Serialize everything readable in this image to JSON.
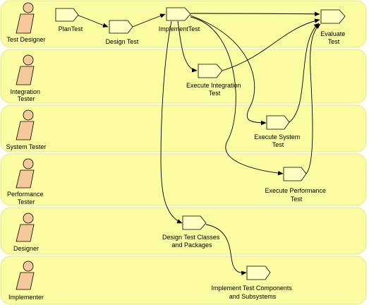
{
  "diagram": {
    "colors": {
      "lane": "#fbfba2",
      "actor": "#f5c99a",
      "activity": "#fdfdc4",
      "line": "#000000"
    },
    "lanes": [
      {
        "id": "test-designer",
        "role": [
          "Test Designer"
        ]
      },
      {
        "id": "integration-tester",
        "role": [
          "Integration",
          "Tester"
        ]
      },
      {
        "id": "system-tester",
        "role": [
          "System Tester"
        ]
      },
      {
        "id": "performance-tester",
        "role": [
          "Performance",
          "Tester"
        ]
      },
      {
        "id": "designer",
        "role": [
          "Designer"
        ]
      },
      {
        "id": "implementer",
        "role": [
          "Implementer"
        ]
      }
    ],
    "activities": [
      {
        "id": "plan-test",
        "lines": [
          "PlanTest"
        ]
      },
      {
        "id": "design-test",
        "lines": [
          "Design Test"
        ]
      },
      {
        "id": "implement-test",
        "lines": [
          "ImplementTest"
        ]
      },
      {
        "id": "evaluate-test",
        "lines": [
          "Evaluate",
          "Test"
        ]
      },
      {
        "id": "execute-integration-test",
        "lines": [
          "Execute Integration",
          "Test"
        ]
      },
      {
        "id": "execute-system-test",
        "lines": [
          "Execute System",
          "Test"
        ]
      },
      {
        "id": "execute-performance-test",
        "lines": [
          "Execute Performance",
          "Test"
        ]
      },
      {
        "id": "design-test-classes",
        "lines": [
          "Design Test Classes",
          "and Packages"
        ]
      },
      {
        "id": "implement-test-components",
        "lines": [
          "Implement Test Components",
          "and Subsystems"
        ]
      }
    ],
    "flows": [
      {
        "from": "plan-test",
        "to": "design-test"
      },
      {
        "from": "design-test",
        "to": "implement-test"
      },
      {
        "from": "implement-test",
        "to": "evaluate-test"
      },
      {
        "from": "implement-test",
        "to": "execute-integration-test"
      },
      {
        "from": "implement-test",
        "to": "execute-system-test"
      },
      {
        "from": "implement-test",
        "to": "execute-performance-test"
      },
      {
        "from": "implement-test",
        "to": "design-test-classes"
      },
      {
        "from": "execute-integration-test",
        "to": "evaluate-test"
      },
      {
        "from": "execute-system-test",
        "to": "evaluate-test"
      },
      {
        "from": "execute-performance-test",
        "to": "evaluate-test"
      },
      {
        "from": "design-test-classes",
        "to": "implement-test-components"
      }
    ]
  }
}
